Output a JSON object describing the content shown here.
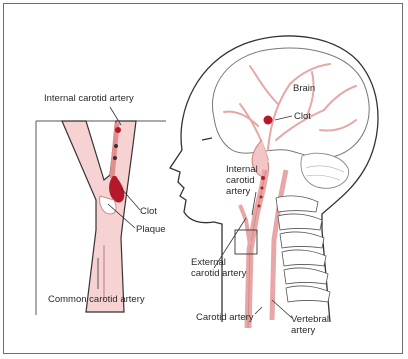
{
  "labels": {
    "internal_carotid_artery_inset": "Internal carotid artery",
    "clot_inset": "Clot",
    "plaque": "Plaque",
    "common_carotid_artery": "Common carotid artery",
    "brain": "Brain",
    "clot_brain": "Clot",
    "internal_carotid_line1": "Internal",
    "internal_carotid_line2": "carotid",
    "internal_carotid_line3": "artery",
    "external_carotid_line1": "External",
    "external_carotid_line2": "carotid artery",
    "carotid_artery": "Carotid artery",
    "vertebral_line1": "Vertebral",
    "vertebral_line2": "artery"
  },
  "colors": {
    "artery_fill": "#f6d2d2",
    "artery_dark": "#c98a8a",
    "clot": "#b5182a",
    "outline": "#333333",
    "vessel_pink": "#e8a7a7"
  }
}
